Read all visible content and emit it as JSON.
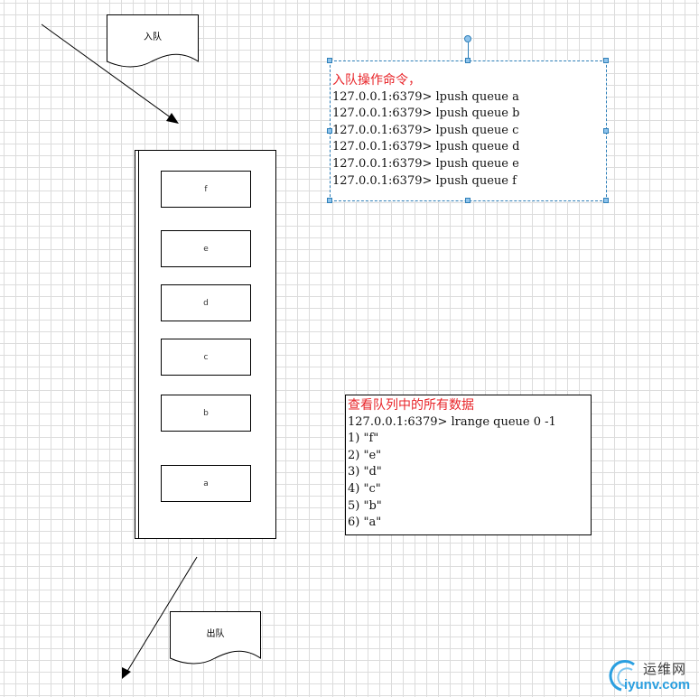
{
  "enqueue_doc": {
    "label": "入队"
  },
  "dequeue_doc": {
    "label": "出队"
  },
  "queue_cells": [
    "f",
    "e",
    "d",
    "c",
    "b",
    "a"
  ],
  "enqueue_note": {
    "title": "入队操作命令，",
    "lines": [
      "127.0.0.1:6379> lpush queue a",
      "127.0.0.1:6379> lpush queue b",
      "127.0.0.1:6379> lpush queue c",
      "127.0.0.1:6379> lpush queue d",
      "127.0.0.1:6379> lpush queue e",
      "127.0.0.1:6379> lpush queue f"
    ]
  },
  "range_note": {
    "title": "查看队列中的所有数据",
    "lines": [
      "127.0.0.1:6379> lrange queue 0 -1",
      "1) \"f\"",
      "2) \"e\"",
      "3) \"d\"",
      "4) \"c\"",
      "5) \"b\"",
      "6) \"a\""
    ]
  },
  "watermark": {
    "name": "运维网",
    "domain": "iyunv.com"
  },
  "colors": {
    "title_red": "#e8252a",
    "selection_blue": "#2e7fb8",
    "logo_blue": "#2a9fe0",
    "grid": "#dcdcdc"
  }
}
